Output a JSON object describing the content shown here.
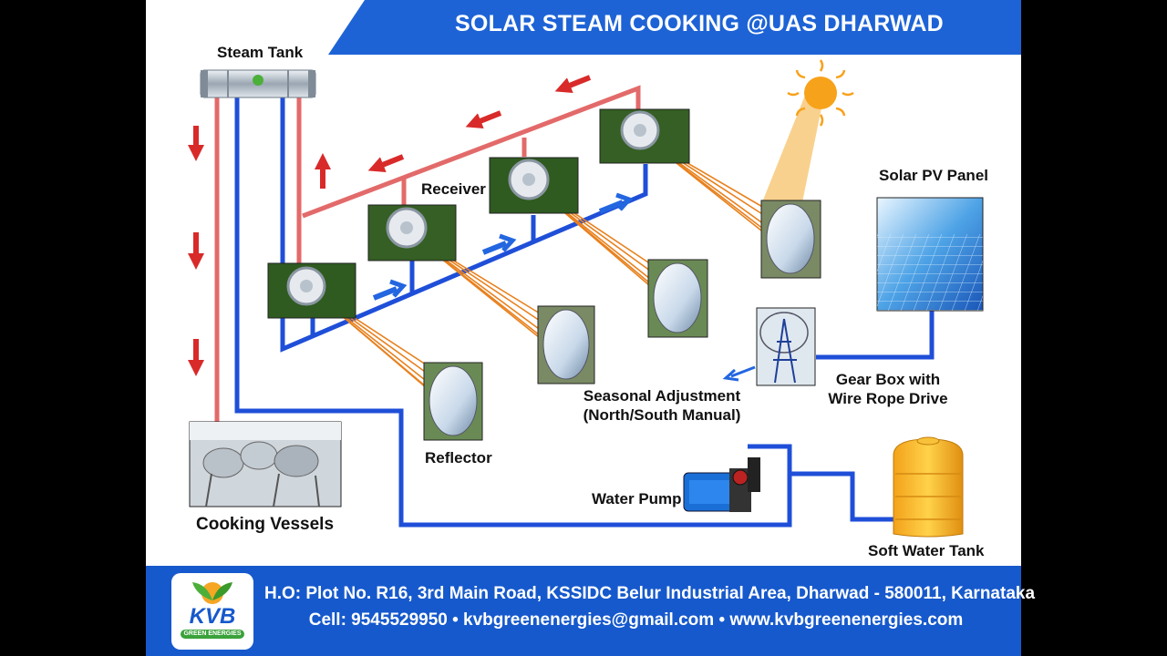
{
  "header": {
    "title": "SOLAR STEAM COOKING @UAS DHARWAD"
  },
  "labels": {
    "steam_tank": "Steam Tank",
    "receiver": "Receiver",
    "reflector": "Reflector",
    "cooking_vessels": "Cooking Vessels",
    "solar_pv_panel": "Solar PV Panel",
    "seasonal_adjustment_line1": "Seasonal Adjustment",
    "seasonal_adjustment_line2": "(North/South Manual)",
    "gear_box_line1": "Gear Box with",
    "gear_box_line2": "Wire Rope Drive",
    "water_pump": "Water Pump",
    "soft_water_tank": "Soft Water Tank"
  },
  "footer": {
    "address": "H.O: Plot No. R16, 3rd Main Road, KSSIDC Belur Industrial Area, Dharwad - 580011, Karnataka",
    "contact": "Cell: 9545529950 • kvbgreenenergies@gmail.com • www.kvbgreenenergies.com",
    "logo_text": "KVB",
    "logo_subtext": "GREEN ENERGIES"
  },
  "colors": {
    "header_blue": "#1d63d6",
    "footer_blue": "#1659cc",
    "steam_pipe": "#e36a6a",
    "water_pipe": "#1f4fd8",
    "arrow_red": "#d92a2a",
    "arrow_blue": "#2366e0",
    "sun": "#f7a21b",
    "rays": "#e8811e"
  }
}
